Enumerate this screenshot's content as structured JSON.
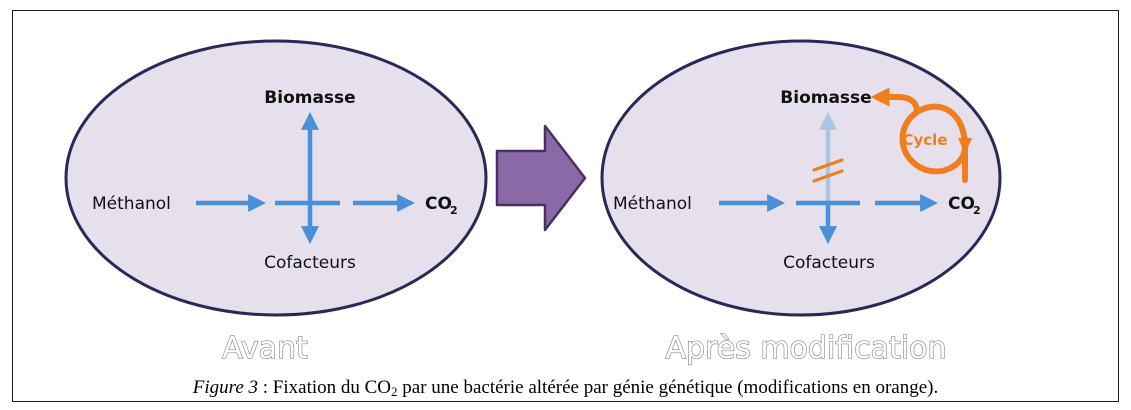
{
  "colors": {
    "cell_fill": "#e6e0ec",
    "cell_stroke": "#2b2857",
    "blue_arrow": "#4a90d9",
    "blue_arrow_faded": "#a9c6e8",
    "orange": "#f07d1e",
    "purple_arrow": "#8a6aa6"
  },
  "before": {
    "input": "Méthanol",
    "top": "Biomasse",
    "bottom": "Cofacteurs",
    "output": "CO",
    "output_sub": "2",
    "caption": "Avant"
  },
  "after": {
    "input": "Méthanol",
    "top": "Biomasse",
    "bottom": "Cofacteurs",
    "output": "CO",
    "output_sub": "2",
    "cycle": "Cycle",
    "caption": "Après modification"
  },
  "figure_caption": {
    "label": "Figure 3",
    "text_before_sub": " : Fixation du CO",
    "sub": "2",
    "text_after_sub": " par une bactérie altérée par génie génétique (modifications en orange)."
  }
}
